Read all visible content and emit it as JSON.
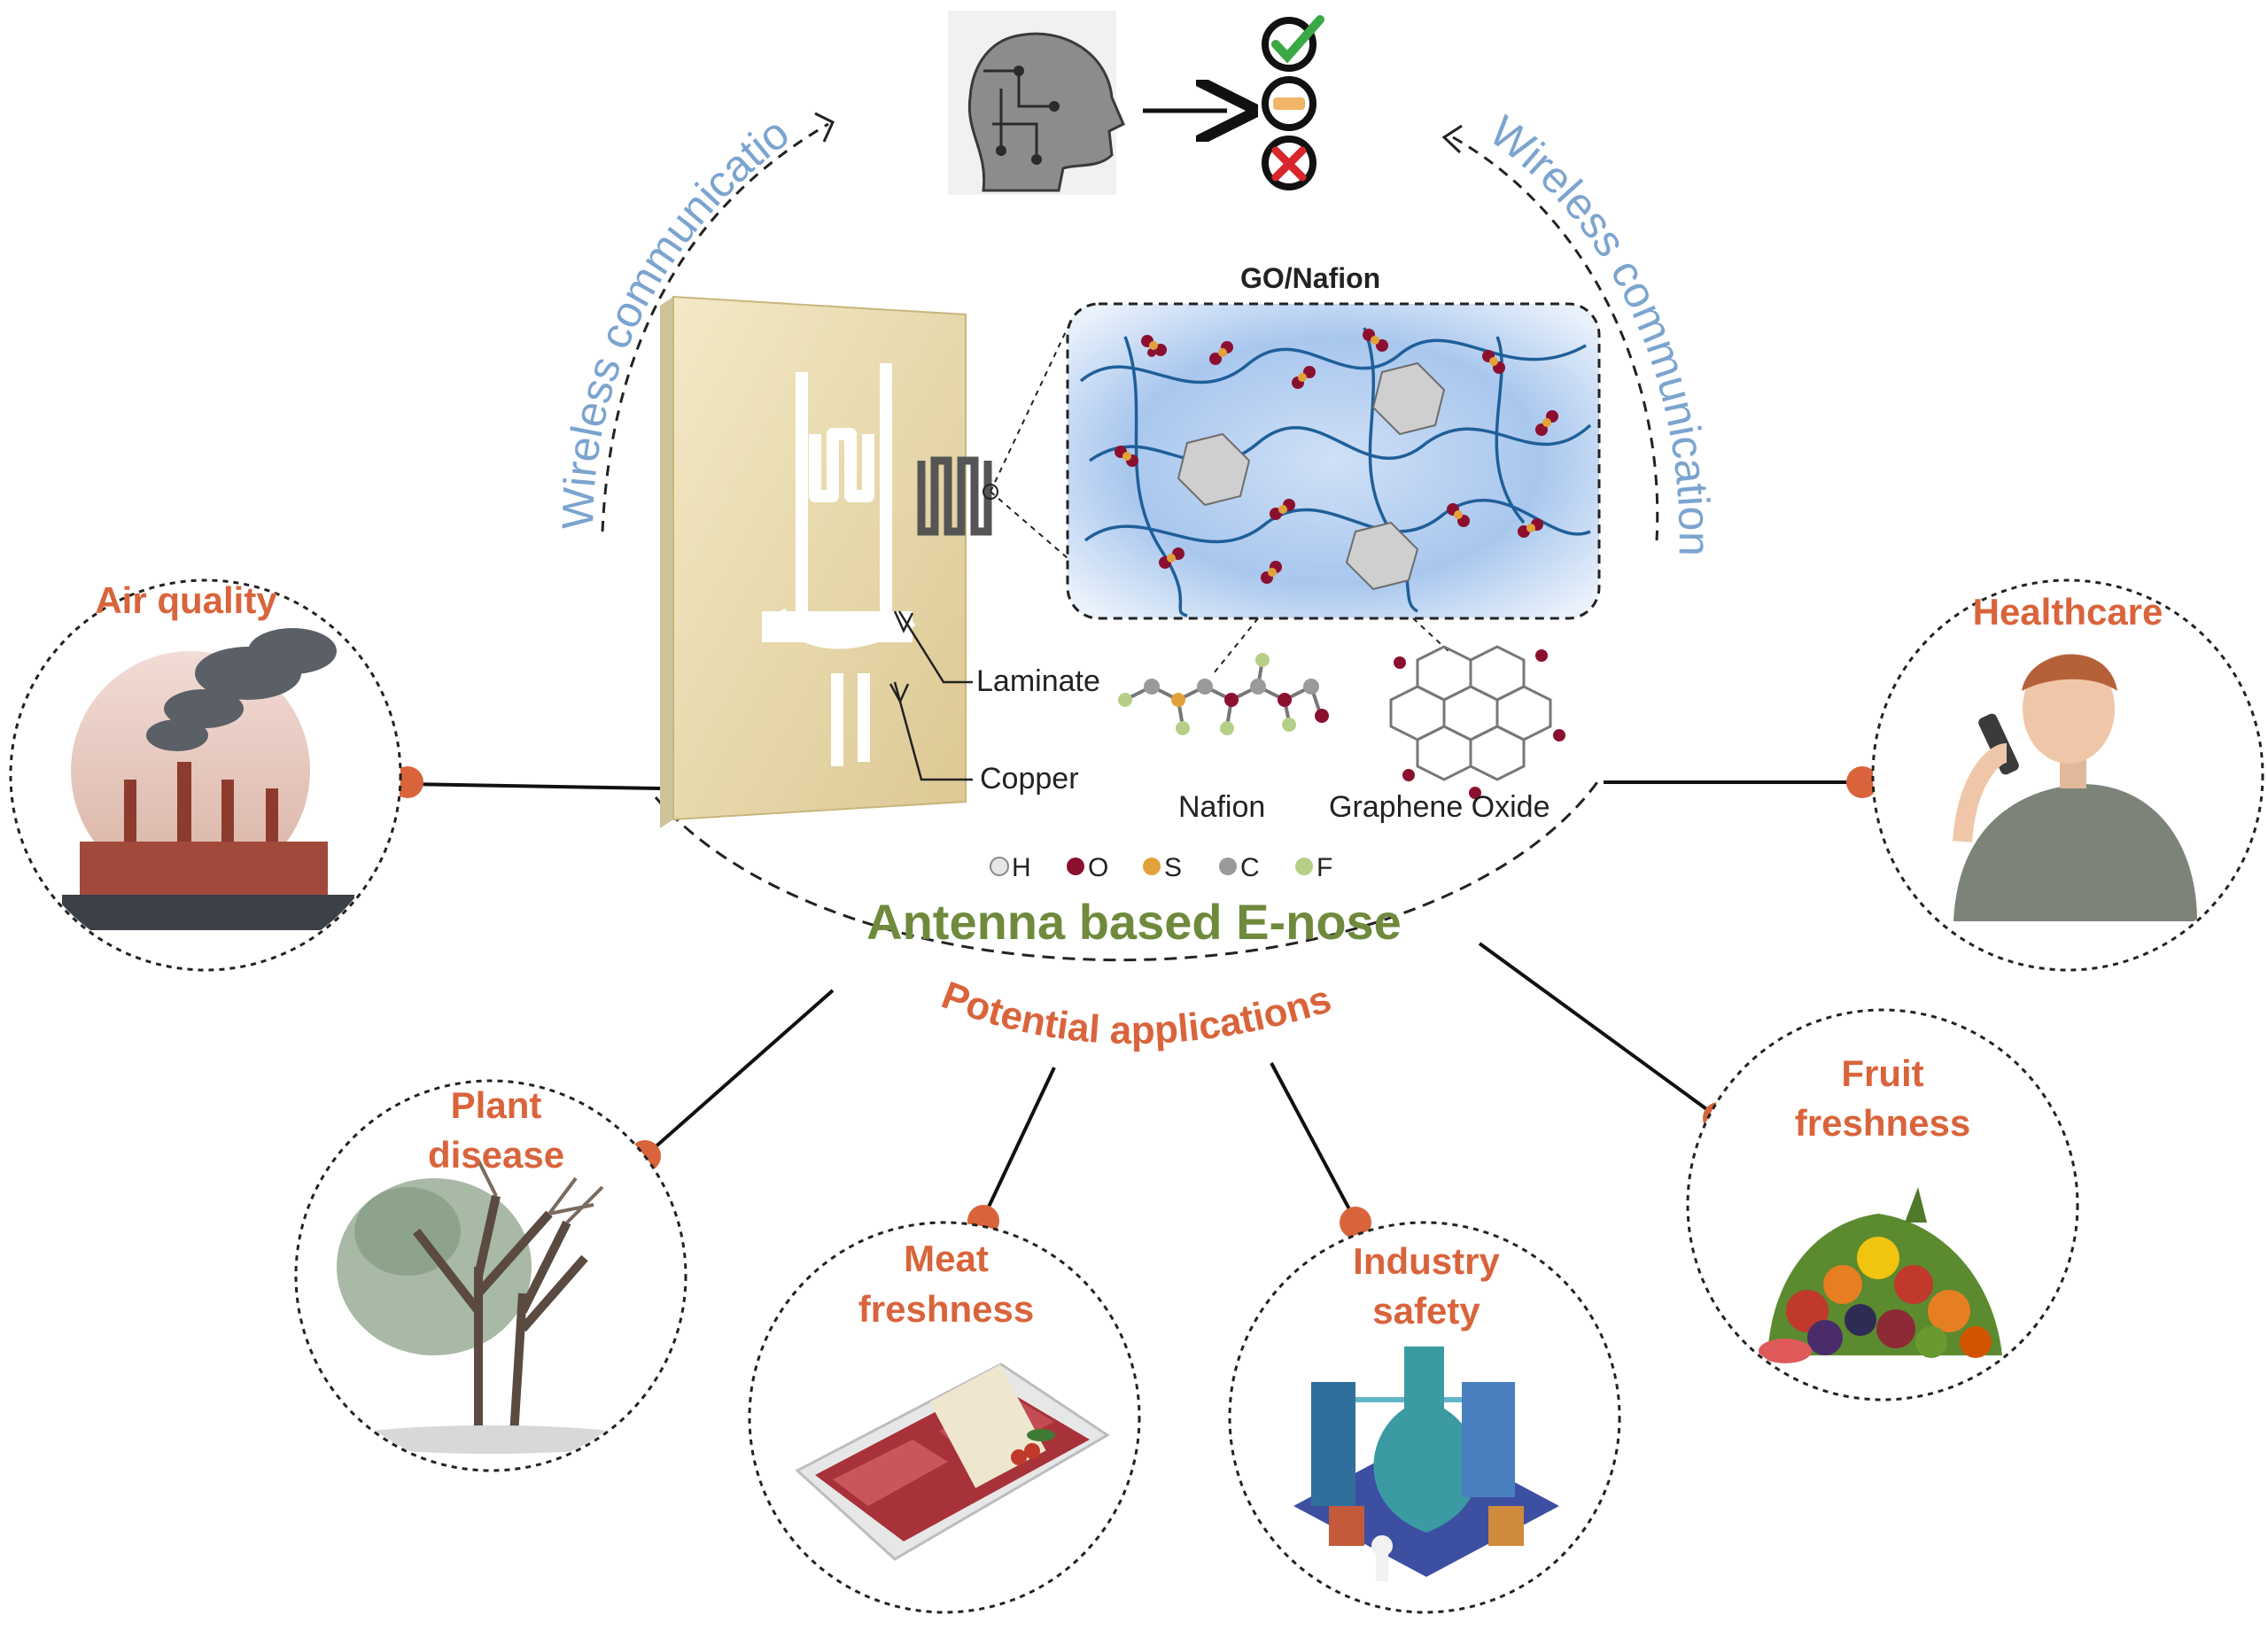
{
  "center": {
    "title": "Antenna based E-nose",
    "arc_label": "Potential applications"
  },
  "wireless": {
    "left": "Wireless communication",
    "right": "Wireless communication"
  },
  "composite": {
    "title": "GO/Nafion",
    "nafion_label": "Nafion",
    "go_label": "Graphene Oxide"
  },
  "antenna_labels": {
    "laminate": "Laminate",
    "copper": "Copper"
  },
  "legend": [
    {
      "symbol": "H",
      "color": "#e6e6e6"
    },
    {
      "symbol": "O",
      "color": "#8b1030"
    },
    {
      "symbol": "S",
      "color": "#e2a23b"
    },
    {
      "symbol": "C",
      "color": "#9a9a9a"
    },
    {
      "symbol": "F",
      "color": "#b6cf87"
    }
  ],
  "applications": [
    {
      "line1": "Air quality",
      "line2": ""
    },
    {
      "line1": "Healthcare",
      "line2": ""
    },
    {
      "line1": "Plant",
      "line2": "disease"
    },
    {
      "line1": "Meat",
      "line2": "freshness"
    },
    {
      "line1": "Industry",
      "line2": "safety"
    },
    {
      "line1": "Fruit",
      "line2": "freshness"
    }
  ],
  "colors": {
    "accent": "#d9643c",
    "title": "#6f8a3c",
    "wireless": "#7ba4cf",
    "nafion_chain": "#1f5f99",
    "laminate": "#e8d9a6"
  },
  "icons": [
    "ai-head-icon",
    "arrow-right-icon",
    "check-circle-icon",
    "minus-circle-icon",
    "cross-circle-icon"
  ]
}
